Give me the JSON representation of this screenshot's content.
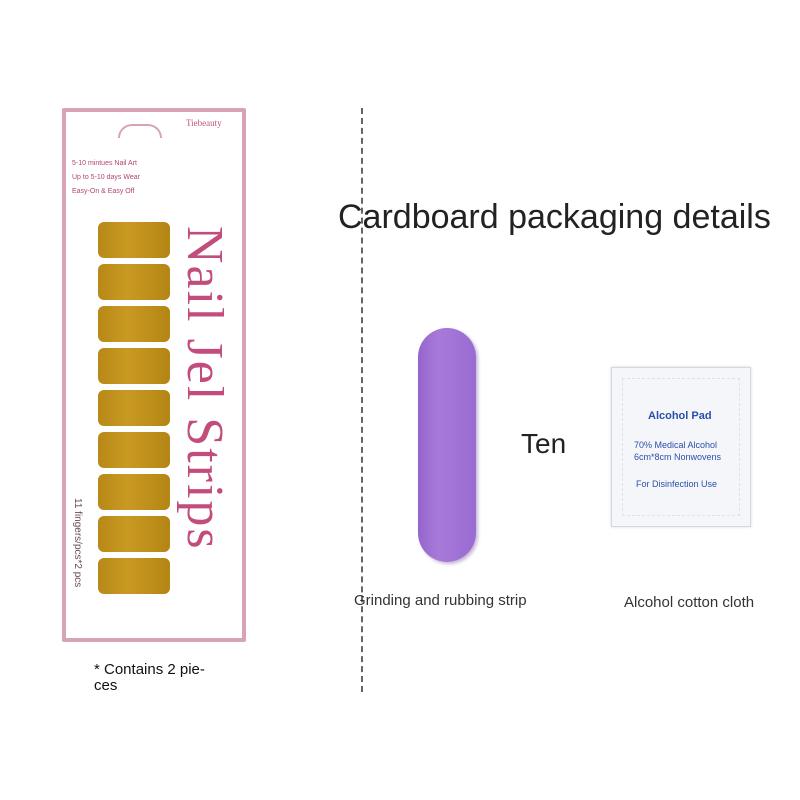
{
  "package": {
    "brand": "Tiebeauty",
    "features": [
      "5-10 mintues Nail Art",
      "Up to 5-10 days Wear",
      "Easy-On & Easy Off"
    ],
    "title": "Nail Jel Strips",
    "count": "11 fingers/pcs*2 pcs",
    "note": "* Contains 2 pie-ces",
    "note_line1": "* Contains 2 pie-",
    "note_line2": "ces"
  },
  "heading": "Cardboard packaging details",
  "accessories": {
    "quantity_label": "Ten",
    "file_caption": "Grinding and rubbing strip",
    "pad": {
      "title": "Alcohol Pad",
      "line1": "70% Medical Alcohol",
      "line2": "6cm*8cm Nonwovens",
      "line3": "For Disinfection Use"
    },
    "pad_caption": "Alcohol cotton cloth"
  },
  "colors": {
    "card_border": "#d9a3b6",
    "title_pink": "#c24d7c",
    "nail_gold": "#c99a22",
    "file_purple": "#a77ad9",
    "pad_blue": "#2b4fa8"
  }
}
